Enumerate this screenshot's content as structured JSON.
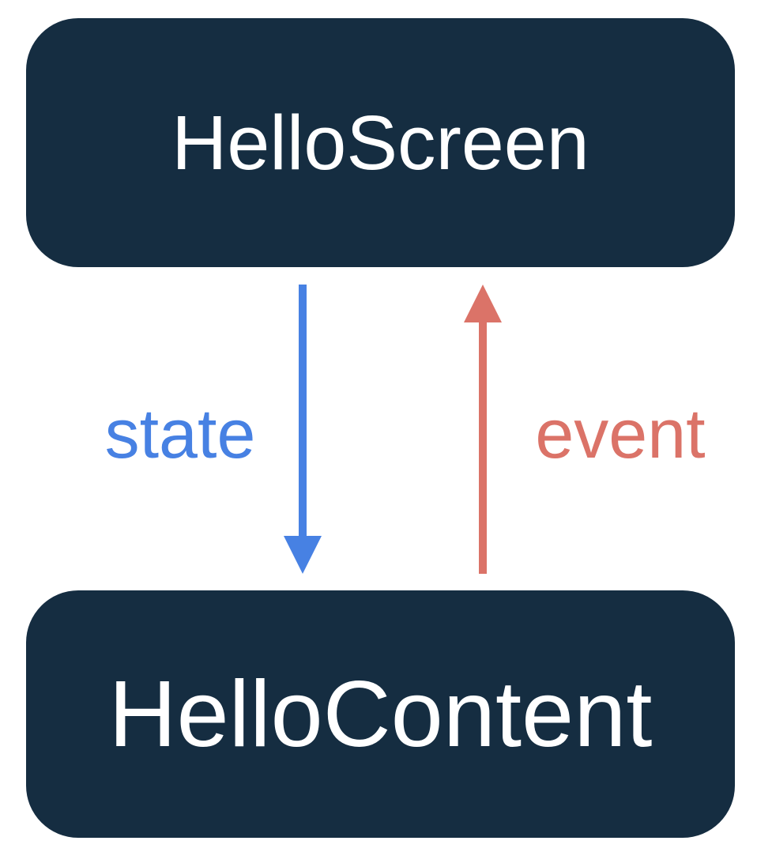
{
  "diagram": {
    "type": "unidirectional-data-flow",
    "background_color": "#FFFFFF",
    "nodes": [
      {
        "id": "screen",
        "label": "HelloScreen"
      },
      {
        "id": "content",
        "label": "HelloContent"
      }
    ],
    "arrows": [
      {
        "id": "state",
        "label": "state",
        "direction": "down",
        "from": "HelloScreen",
        "to": "HelloContent",
        "color": "#4781E3"
      },
      {
        "id": "event",
        "label": "event",
        "direction": "up",
        "from": "HelloContent",
        "to": "HelloScreen",
        "color": "#DB7368"
      }
    ],
    "colors": {
      "node_bg": "#152D41",
      "node_text": "#FFFFFF",
      "state_blue": "#4781E3",
      "event_red": "#DB7368"
    }
  }
}
